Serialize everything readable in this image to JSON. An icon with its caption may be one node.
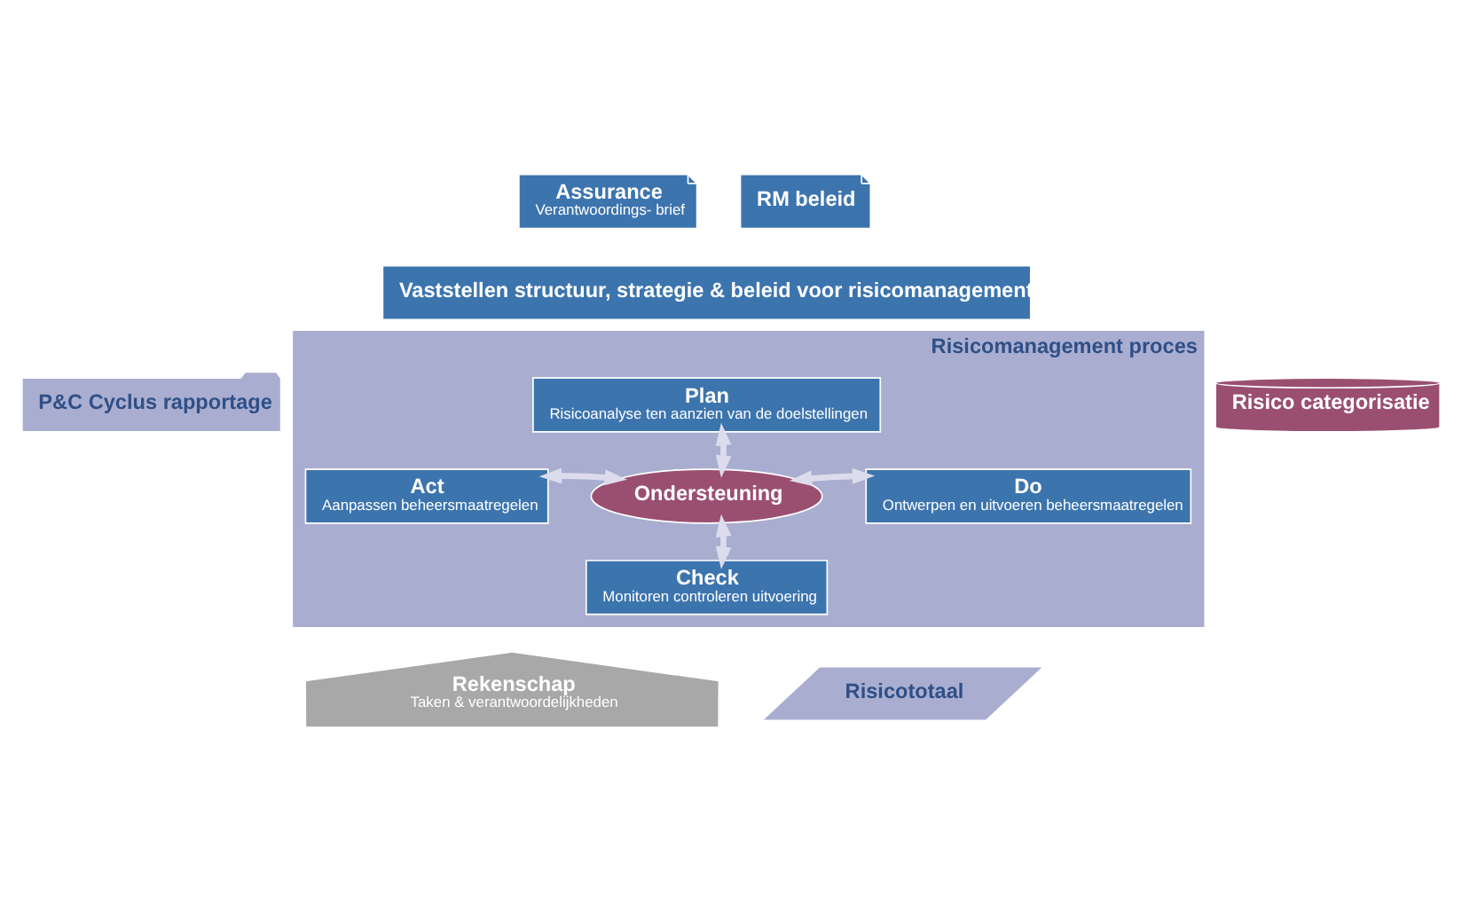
{
  "diagram": {
    "nodes": [
      {
        "text": [
          "Assurance",
          "Verantwoordings- brief"
        ]
      },
      {
        "text": [
          "RM beleid"
        ]
      },
      {
        "text": [
          "Vaststellen structuur, strategie & beleid voor risicomanagement"
        ]
      },
      {
        "text": [
          "P&C Cyclus rapportage"
        ]
      },
      {
        "text": [
          "Risicomanagement proces"
        ]
      },
      {
        "text": [
          "Plan",
          "Risicoanalyse ten aanzien van de doelstellingen"
        ],
        "in": 4
      },
      {
        "text": [
          "Act",
          "Aanpassen beheersmaatregelen"
        ],
        "in": 4
      },
      {
        "text": [
          "Ondersteuning"
        ],
        "in": 4
      },
      {
        "text": [
          "Do",
          "Ontwerpen en uitvoeren beheersmaatregelen"
        ],
        "in": 4
      },
      {
        "text": [
          "Check",
          "Monitoren controleren uitvoering"
        ],
        "in": 4
      },
      {
        "text": [
          "Risico categorisatie"
        ]
      },
      {
        "text": [
          "Rekenschap",
          "Taken & verantwoordelijkheden"
        ]
      },
      {
        "text": [
          "Risicototaal"
        ]
      }
    ],
    "edges": [
      {
        "from": 7,
        "to": 5,
        "arrow": "both"
      },
      {
        "from": 7,
        "to": 6,
        "arrow": "both"
      },
      {
        "from": 7,
        "to": 8,
        "arrow": "both"
      },
      {
        "from": 7,
        "to": 9,
        "arrow": "both"
      }
    ]
  }
}
